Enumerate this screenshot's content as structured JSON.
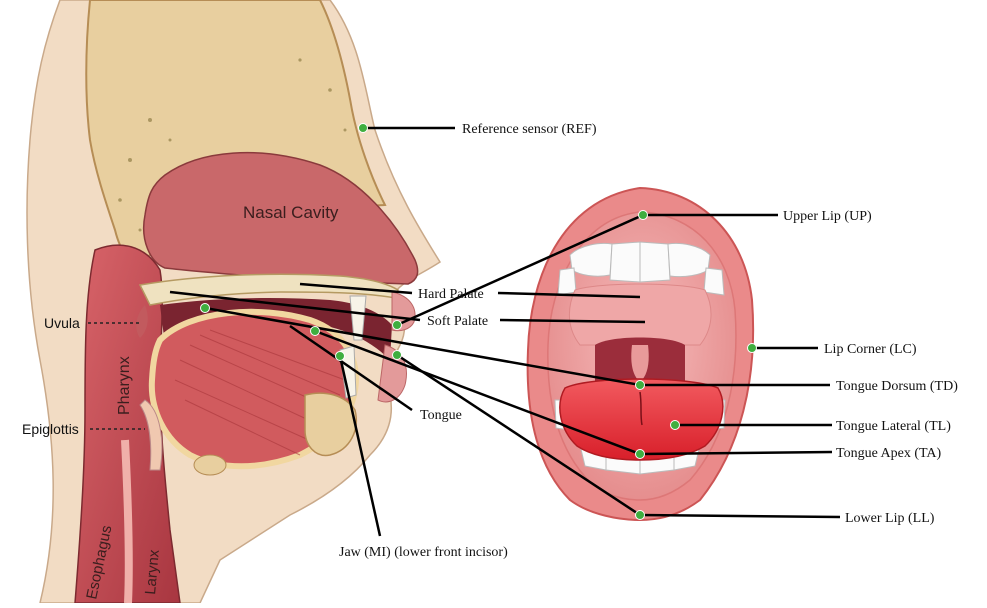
{
  "sagittal": {
    "nasal_cavity": "Nasal Cavity",
    "pharynx": "Pharynx",
    "esophagus": "Esophagus",
    "larynx": "Larynx",
    "uvula": "Uvula",
    "epiglottis": "Epiglottis"
  },
  "labels": {
    "reference_sensor": "Reference sensor (REF)",
    "hard_palate": "Hard Palate",
    "soft_palate": "Soft Palate",
    "tongue": "Tongue",
    "jaw": "Jaw (MI) (lower front incisor)",
    "upper_lip": "Upper Lip (UP)",
    "lip_corner": "Lip Corner (LC)",
    "tongue_dorsum": "Tongue Dorsum (TD)",
    "tongue_lateral": "Tongue Lateral (TL)",
    "tongue_apex": "Tongue Apex (TA)",
    "lower_lip": "Lower Lip (LL)"
  },
  "colors": {
    "sensor": "#3fae3f",
    "tissue_red": "#b5404a",
    "tissue_pink": "#e39a9a",
    "bone": "#e7d3a6",
    "tongue_red": "#e8333a",
    "leader_line": "#000000"
  }
}
